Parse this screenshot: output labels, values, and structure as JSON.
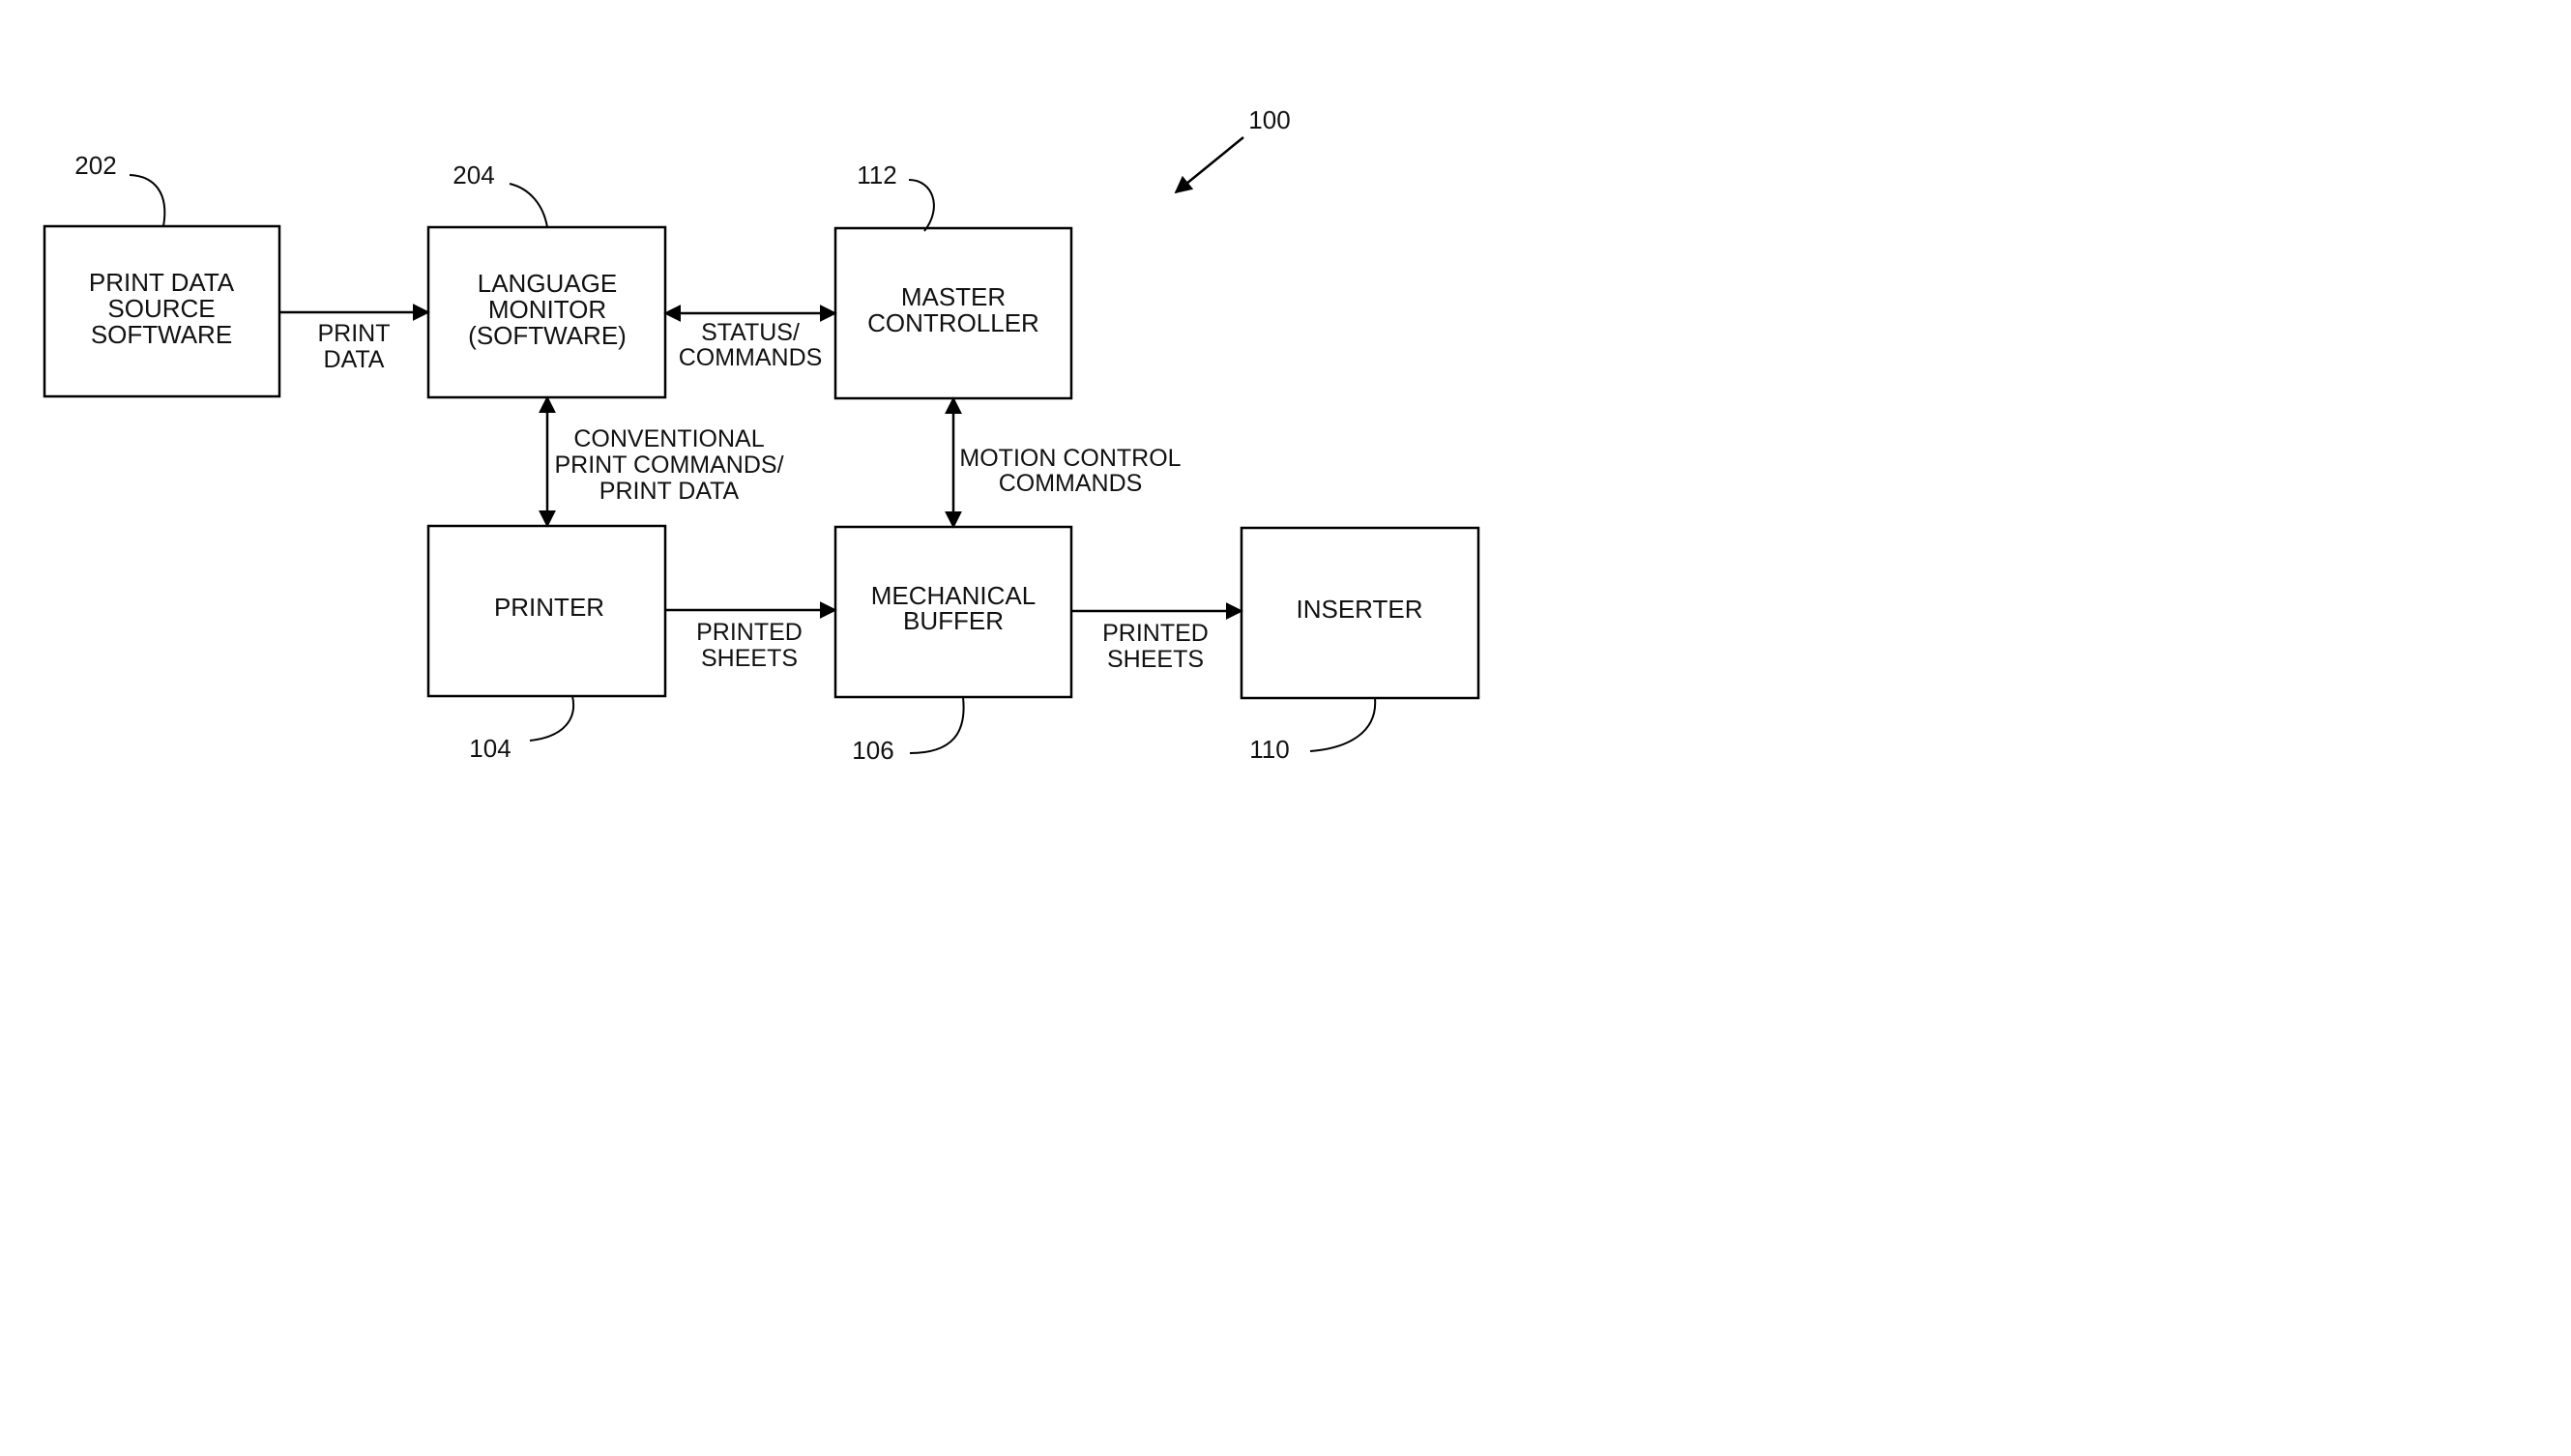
{
  "figure_ref": "100",
  "blocks": {
    "print_data_source": {
      "ref": "202",
      "lines": [
        "PRINT DATA",
        "SOURCE",
        "SOFTWARE"
      ]
    },
    "language_monitor": {
      "ref": "204",
      "lines": [
        "LANGUAGE",
        "MONITOR",
        "(SOFTWARE)"
      ]
    },
    "master_controller": {
      "ref": "112",
      "lines": [
        "MASTER",
        "CONTROLLER"
      ]
    },
    "printer": {
      "ref": "104",
      "lines": [
        "PRINTER"
      ]
    },
    "mechanical_buffer": {
      "ref": "106",
      "lines": [
        "MECHANICAL",
        "BUFFER"
      ]
    },
    "inserter": {
      "ref": "110",
      "lines": [
        "INSERTER"
      ]
    }
  },
  "connections": {
    "print_data": [
      "PRINT",
      "DATA"
    ],
    "status_commands": [
      "STATUS/",
      "COMMANDS"
    ],
    "conventional_print": [
      "CONVENTIONAL",
      "PRINT COMMANDS/",
      "PRINT DATA"
    ],
    "motion_control": [
      "MOTION CONTROL",
      "COMMANDS"
    ],
    "printed_sheets_1": [
      "PRINTED",
      "SHEETS"
    ],
    "printed_sheets_2": [
      "PRINTED",
      "SHEETS"
    ]
  }
}
